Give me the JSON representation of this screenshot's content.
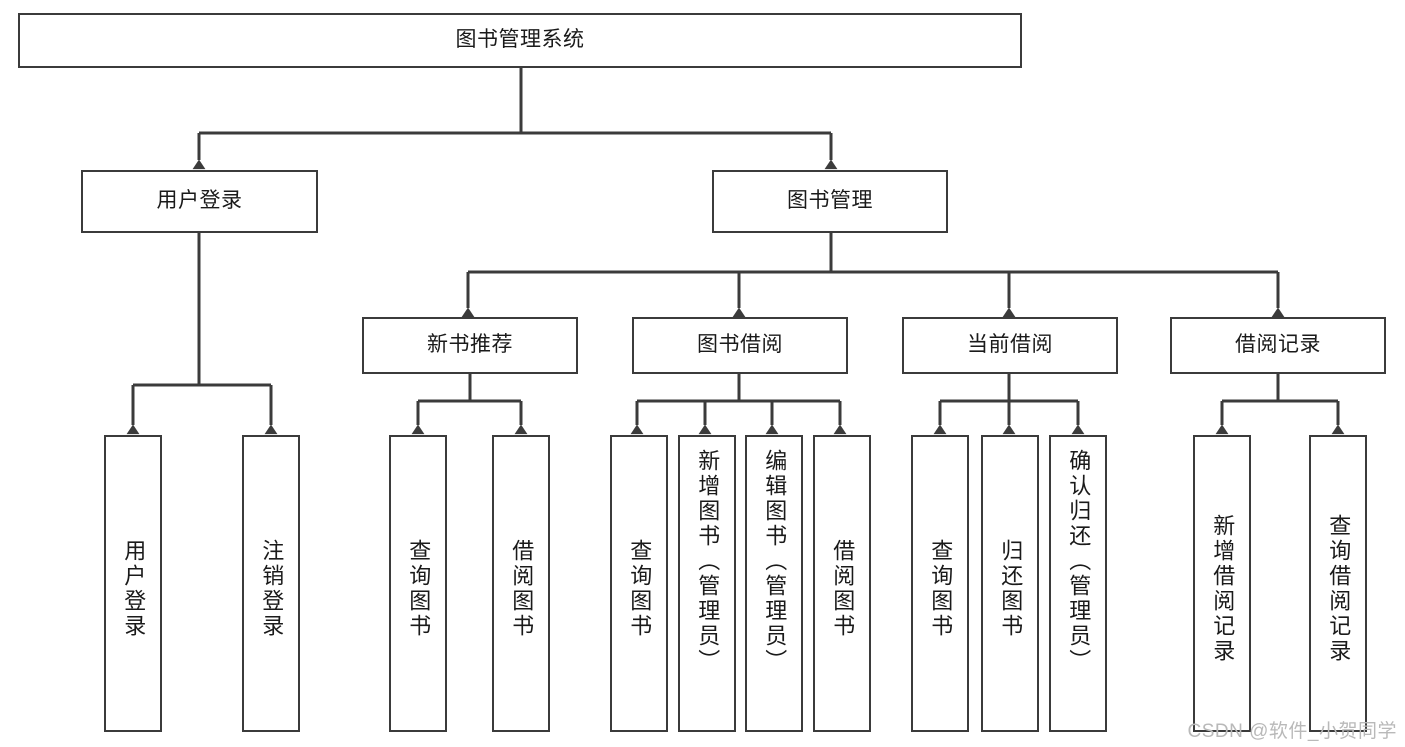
{
  "diagram": {
    "title": "图书管理系统",
    "type": "hierarchy-tree",
    "line_color": "#3b3b3b",
    "box_fill": "#ffffff",
    "text_color": "#1a1a1a",
    "levels": 4,
    "nodes": {
      "root": {
        "label": "图书管理系统",
        "orientation": "horizontal"
      },
      "l2": [
        {
          "label": "用户登录",
          "orientation": "horizontal"
        },
        {
          "label": "图书管理",
          "orientation": "horizontal"
        }
      ],
      "l3": [
        {
          "label": "新书推荐",
          "orientation": "horizontal"
        },
        {
          "label": "图书借阅",
          "orientation": "horizontal"
        },
        {
          "label": "当前借阅",
          "orientation": "horizontal"
        },
        {
          "label": "借阅记录",
          "orientation": "horizontal"
        }
      ],
      "leaves_user_login": [
        {
          "label": "用户登录",
          "orientation": "vertical"
        },
        {
          "label": "注销登录",
          "orientation": "vertical"
        }
      ],
      "leaves_new_book": [
        {
          "label": "查询图书",
          "orientation": "vertical"
        },
        {
          "label": "借阅图书",
          "orientation": "vertical"
        }
      ],
      "leaves_borrow": [
        {
          "label": "查询图书",
          "orientation": "vertical"
        },
        {
          "label": "新增图书（管理员）",
          "orientation": "vertical"
        },
        {
          "label": "编辑图书（管理员）",
          "orientation": "vertical"
        },
        {
          "label": "借阅图书",
          "orientation": "vertical"
        }
      ],
      "leaves_current": [
        {
          "label": "查询图书",
          "orientation": "vertical"
        },
        {
          "label": "归还图书",
          "orientation": "vertical"
        },
        {
          "label": "确认归还（管理员）",
          "orientation": "vertical"
        }
      ],
      "leaves_records": [
        {
          "label": "新增借阅记录",
          "orientation": "vertical"
        },
        {
          "label": "查询借阅记录",
          "orientation": "vertical"
        }
      ]
    }
  },
  "watermark": {
    "text": "CSDN @软件_小贺同学"
  }
}
